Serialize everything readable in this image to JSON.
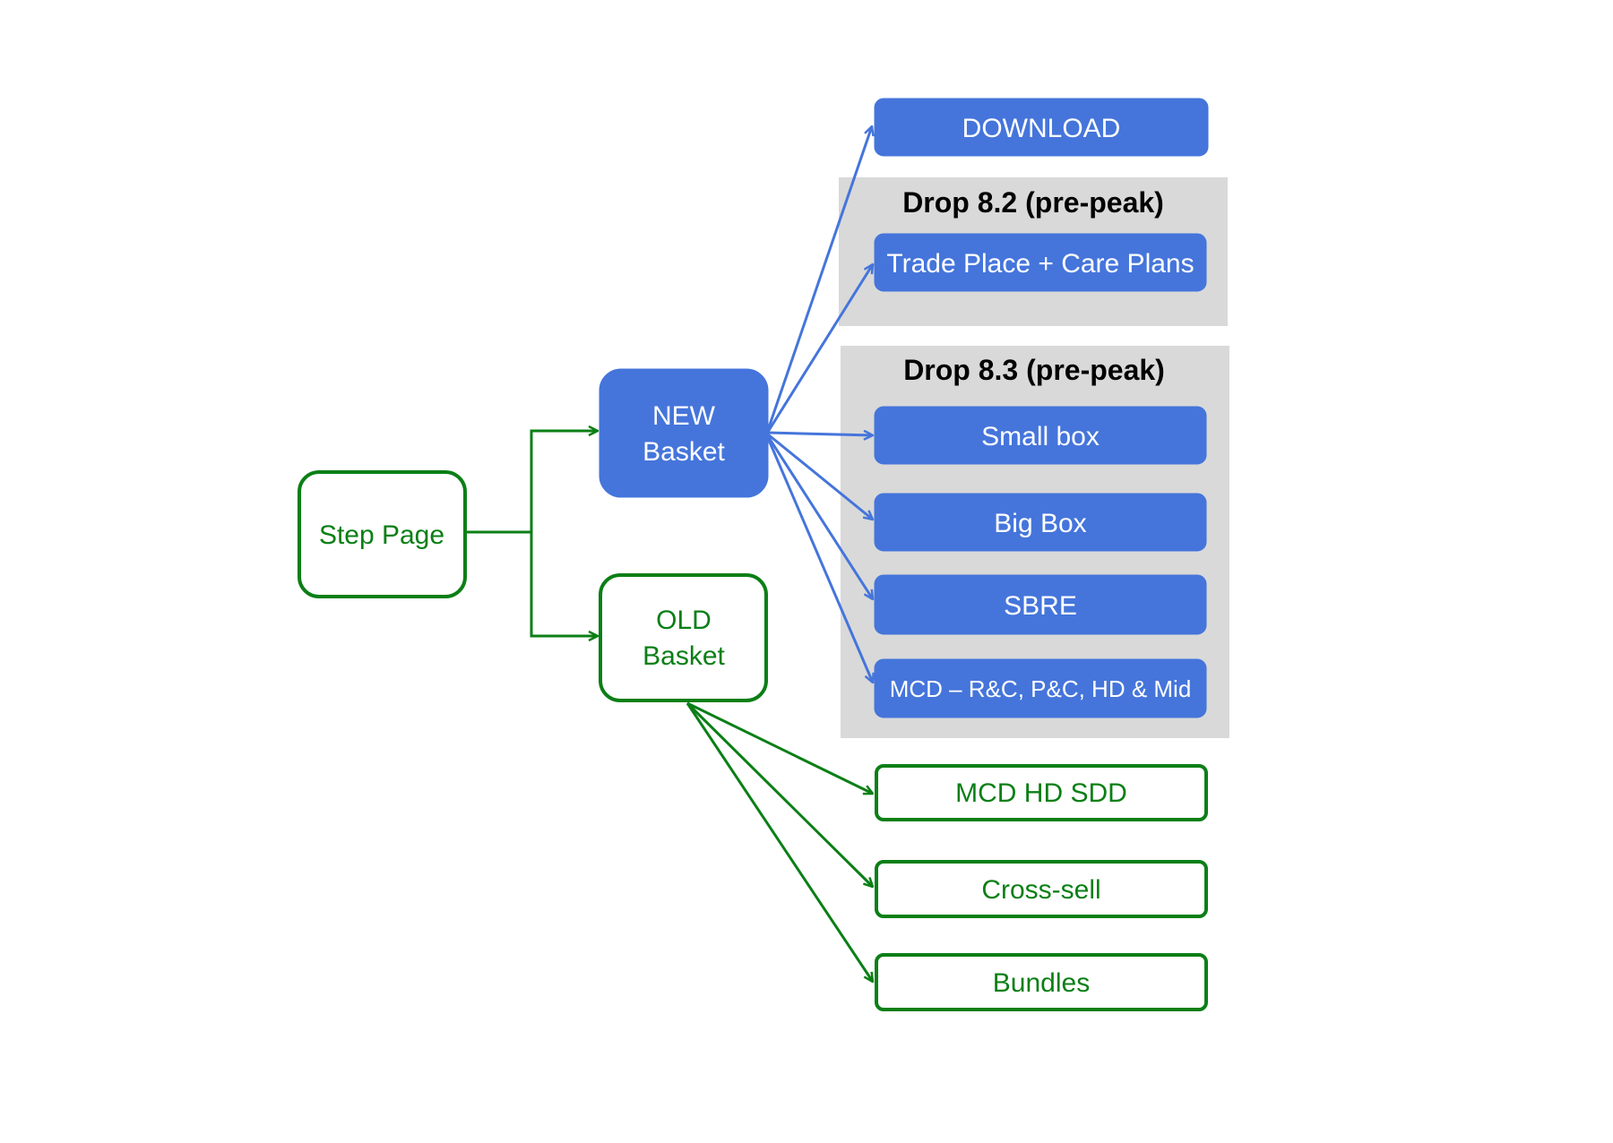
{
  "colors": {
    "blue": "#4575db",
    "green": "#0b7f16",
    "group_bg": "#d9d9d9"
  },
  "nodes": {
    "step_page": "Step Page",
    "new_basket": [
      "NEW",
      "Basket"
    ],
    "old_basket": [
      "OLD",
      "Basket"
    ],
    "download": "DOWNLOAD",
    "trade_place": "Trade Place + Care Plans",
    "small_box": "Small box",
    "big_box": "Big Box",
    "sbre": "SBRE",
    "mcd_rc": "MCD – R&C, P&C, HD & Mid",
    "mcd_hd_sdd": "MCD HD SDD",
    "cross_sell": "Cross-sell",
    "bundles": "Bundles"
  },
  "groups": {
    "drop_82": "Drop 8.2 (pre-peak)",
    "drop_83": "Drop 8.3 (pre-peak)"
  },
  "edges": [
    {
      "from": "Step Page",
      "to": "NEW Basket"
    },
    {
      "from": "Step Page",
      "to": "OLD Basket"
    },
    {
      "from": "NEW Basket",
      "to": "DOWNLOAD"
    },
    {
      "from": "NEW Basket",
      "to": "Trade Place + Care Plans"
    },
    {
      "from": "NEW Basket",
      "to": "Small box"
    },
    {
      "from": "NEW Basket",
      "to": "Big Box"
    },
    {
      "from": "NEW Basket",
      "to": "SBRE"
    },
    {
      "from": "NEW Basket",
      "to": "MCD – R&C, P&C, HD & Mid"
    },
    {
      "from": "OLD Basket",
      "to": "MCD HD SDD"
    },
    {
      "from": "OLD Basket",
      "to": "Cross-sell"
    },
    {
      "from": "OLD Basket",
      "to": "Bundles"
    }
  ]
}
